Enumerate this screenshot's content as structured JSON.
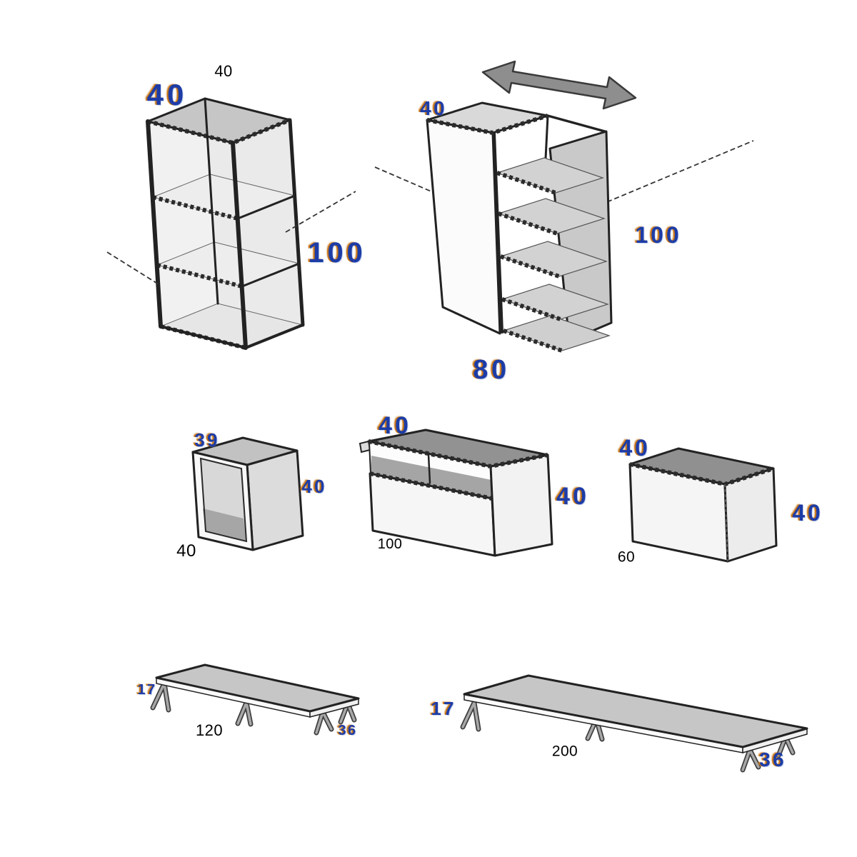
{
  "units": {
    "shelf_tower": {
      "top_depth": "40",
      "width": "40",
      "height": "100"
    },
    "sliding_wardrobe": {
      "top_depth": "40",
      "height": "100",
      "width": "80"
    },
    "open_cube": {
      "top_depth": "39",
      "height": "40",
      "width": "40"
    },
    "tv_stand": {
      "top_depth": "40",
      "height": "40",
      "width": "100"
    },
    "closed_box": {
      "top_depth": "40",
      "height": "40",
      "width": "60"
    },
    "bench_small": {
      "height": "17",
      "length": "120",
      "depth": "36"
    },
    "bench_large": {
      "height": "17",
      "length": "200",
      "depth": "36"
    }
  },
  "icons": {
    "slide_arrow": "double-headed-arrow"
  },
  "colors": {
    "dimension_accent": "#1d3ca6",
    "dimension_accent_fringe": "#c9781a",
    "dimension_plain": "#000000",
    "outline": "#222222",
    "surface_top_dark": "#909090",
    "surface_top_light": "#c6c6c6",
    "surface_side_light": "#f5f5f5",
    "arrow_fill": "#8e8e8e"
  }
}
